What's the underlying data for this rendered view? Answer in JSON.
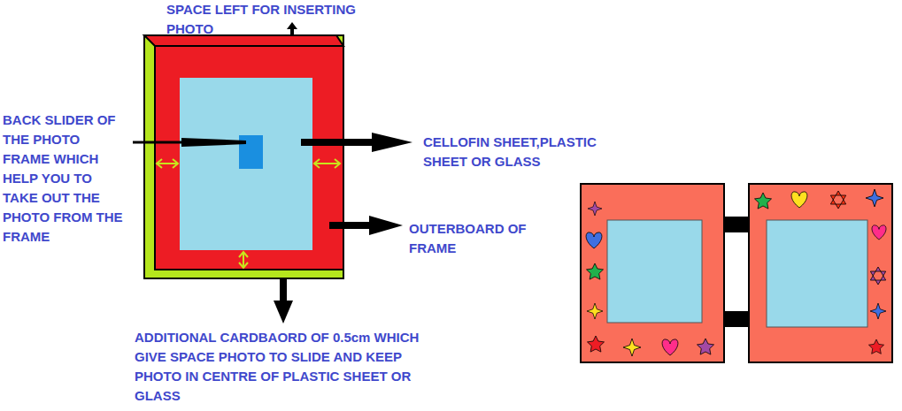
{
  "diagram": {
    "labels": [
      "SPACE LEFT FOR INSERTING PHOTO",
      "BACK SLIDER OF THE PHOTO FRAME WHICH HELP YOU TO TAKE OUT THE PHOTO FROM THE FRAME",
      "CELLOFIN SHEET,PLASTIC SHEET OR GLASS",
      "OUTERBOARD OF FRAME",
      "ADDITIONAL CARDBAORD OF 0.5cm WHICH GIVE SPACE PHOTO TO SLIDE AND KEEP PHOTO IN CENTRE OF PLASTIC SHEET OR GLASS"
    ]
  }
}
